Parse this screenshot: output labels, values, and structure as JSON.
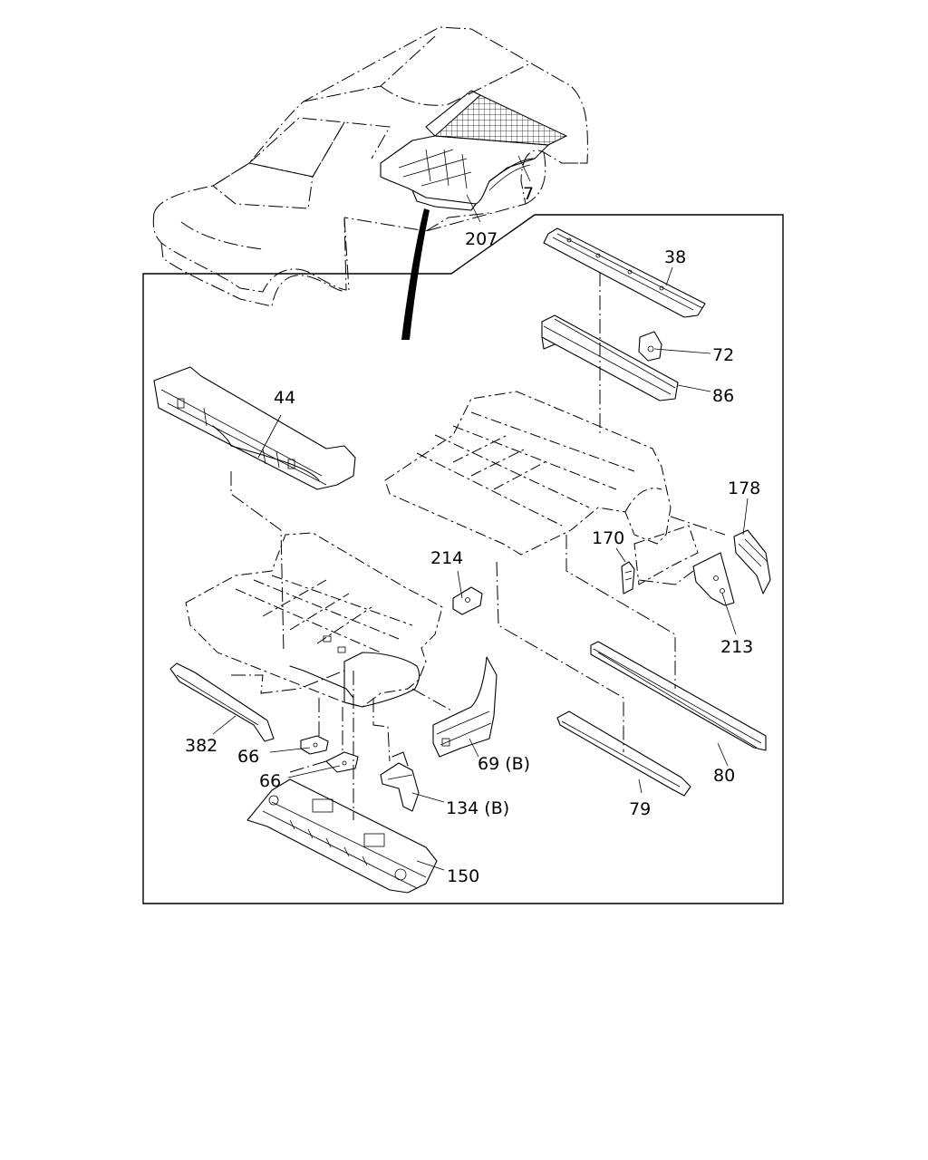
{
  "callouts": [
    {
      "id": "7",
      "text": "7"
    },
    {
      "id": "207",
      "text": "207"
    },
    {
      "id": "38",
      "text": "38"
    },
    {
      "id": "72",
      "text": "72"
    },
    {
      "id": "86",
      "text": "86"
    },
    {
      "id": "44",
      "text": "44"
    },
    {
      "id": "178",
      "text": "178"
    },
    {
      "id": "170",
      "text": "170"
    },
    {
      "id": "214",
      "text": "214"
    },
    {
      "id": "213",
      "text": "213"
    },
    {
      "id": "382",
      "text": "382"
    },
    {
      "id": "66a",
      "text": "66"
    },
    {
      "id": "66b",
      "text": "66"
    },
    {
      "id": "69b",
      "text": "69 (B)"
    },
    {
      "id": "134b",
      "text": "134 (B)"
    },
    {
      "id": "80",
      "text": "80"
    },
    {
      "id": "79",
      "text": "79"
    },
    {
      "id": "150",
      "text": "150"
    }
  ]
}
